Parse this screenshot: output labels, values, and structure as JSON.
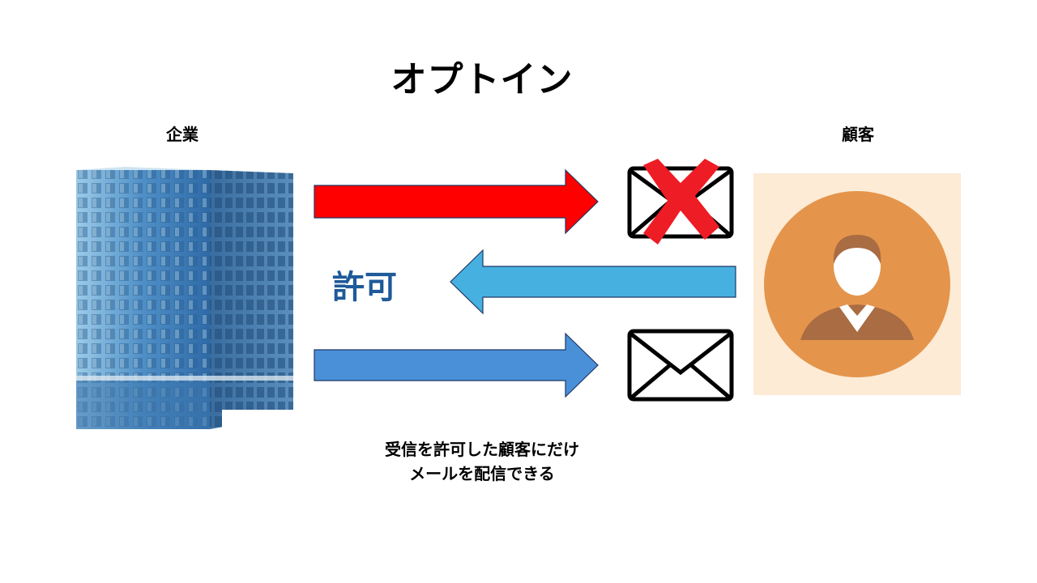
{
  "title": "オプトイン",
  "labels": {
    "company": "企業",
    "customer": "顧客",
    "permission": "許可"
  },
  "caption": {
    "line1": "受信を許可した顧客にだけ",
    "line2": "メールを配信できる"
  },
  "colors": {
    "blocked_arrow": "#ff0000",
    "permission_arrow": "#46b1e1",
    "delivery_arrow": "#4a90d9",
    "permission_text": "#1f5a99",
    "cross": "#ee1c25",
    "avatar_background": "#fdebd6",
    "avatar_circle": "#e4954b",
    "avatar_figure": "#a96c43"
  },
  "icons": {
    "building": "office-building-icon",
    "blocked_mail": "envelope-with-x-icon",
    "mail": "envelope-icon",
    "customer": "person-avatar-icon"
  }
}
